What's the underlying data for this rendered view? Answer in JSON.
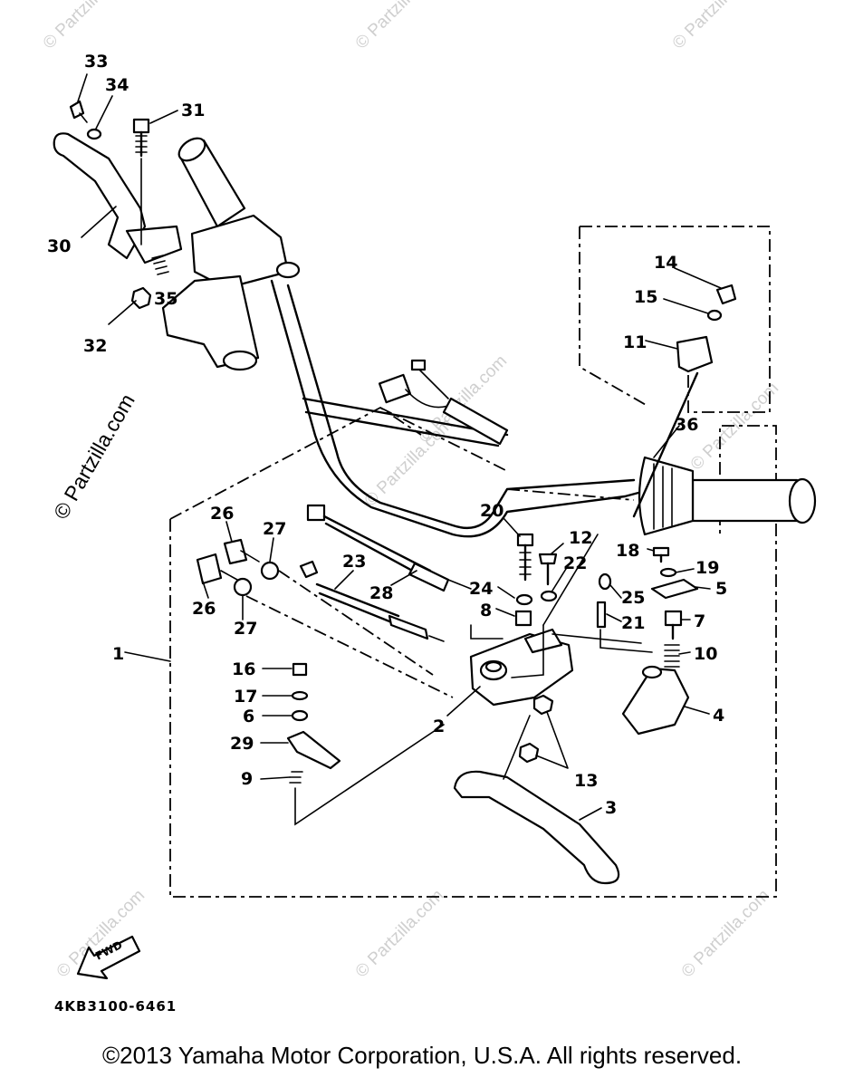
{
  "watermark": "© Partzilla.com",
  "side_watermark": "© Partzilla.com",
  "fwd_label": "FWD",
  "diagram_code": "4KB3100-6461",
  "copyright": "©2013 Yamaha Motor Corporation, U.S.A. All rights reserved.",
  "callouts": {
    "c1": "1",
    "c2": "2",
    "c3": "3",
    "c4": "4",
    "c5": "5",
    "c6": "6",
    "c7": "7",
    "c8": "8",
    "c9": "9",
    "c10": "10",
    "c11": "11",
    "c12": "12",
    "c13": "13",
    "c14": "14",
    "c15": "15",
    "c16": "16",
    "c17": "17",
    "c18": "18",
    "c19": "19",
    "c20": "20",
    "c21": "21",
    "c22": "22",
    "c23": "23",
    "c24": "24",
    "c25": "25",
    "c26a": "26",
    "c26b": "26",
    "c27a": "27",
    "c27b": "27",
    "c28": "28",
    "c29": "29",
    "c30": "30",
    "c31": "31",
    "c32": "32",
    "c33": "33",
    "c34": "34",
    "c35": "35",
    "c36": "36"
  }
}
